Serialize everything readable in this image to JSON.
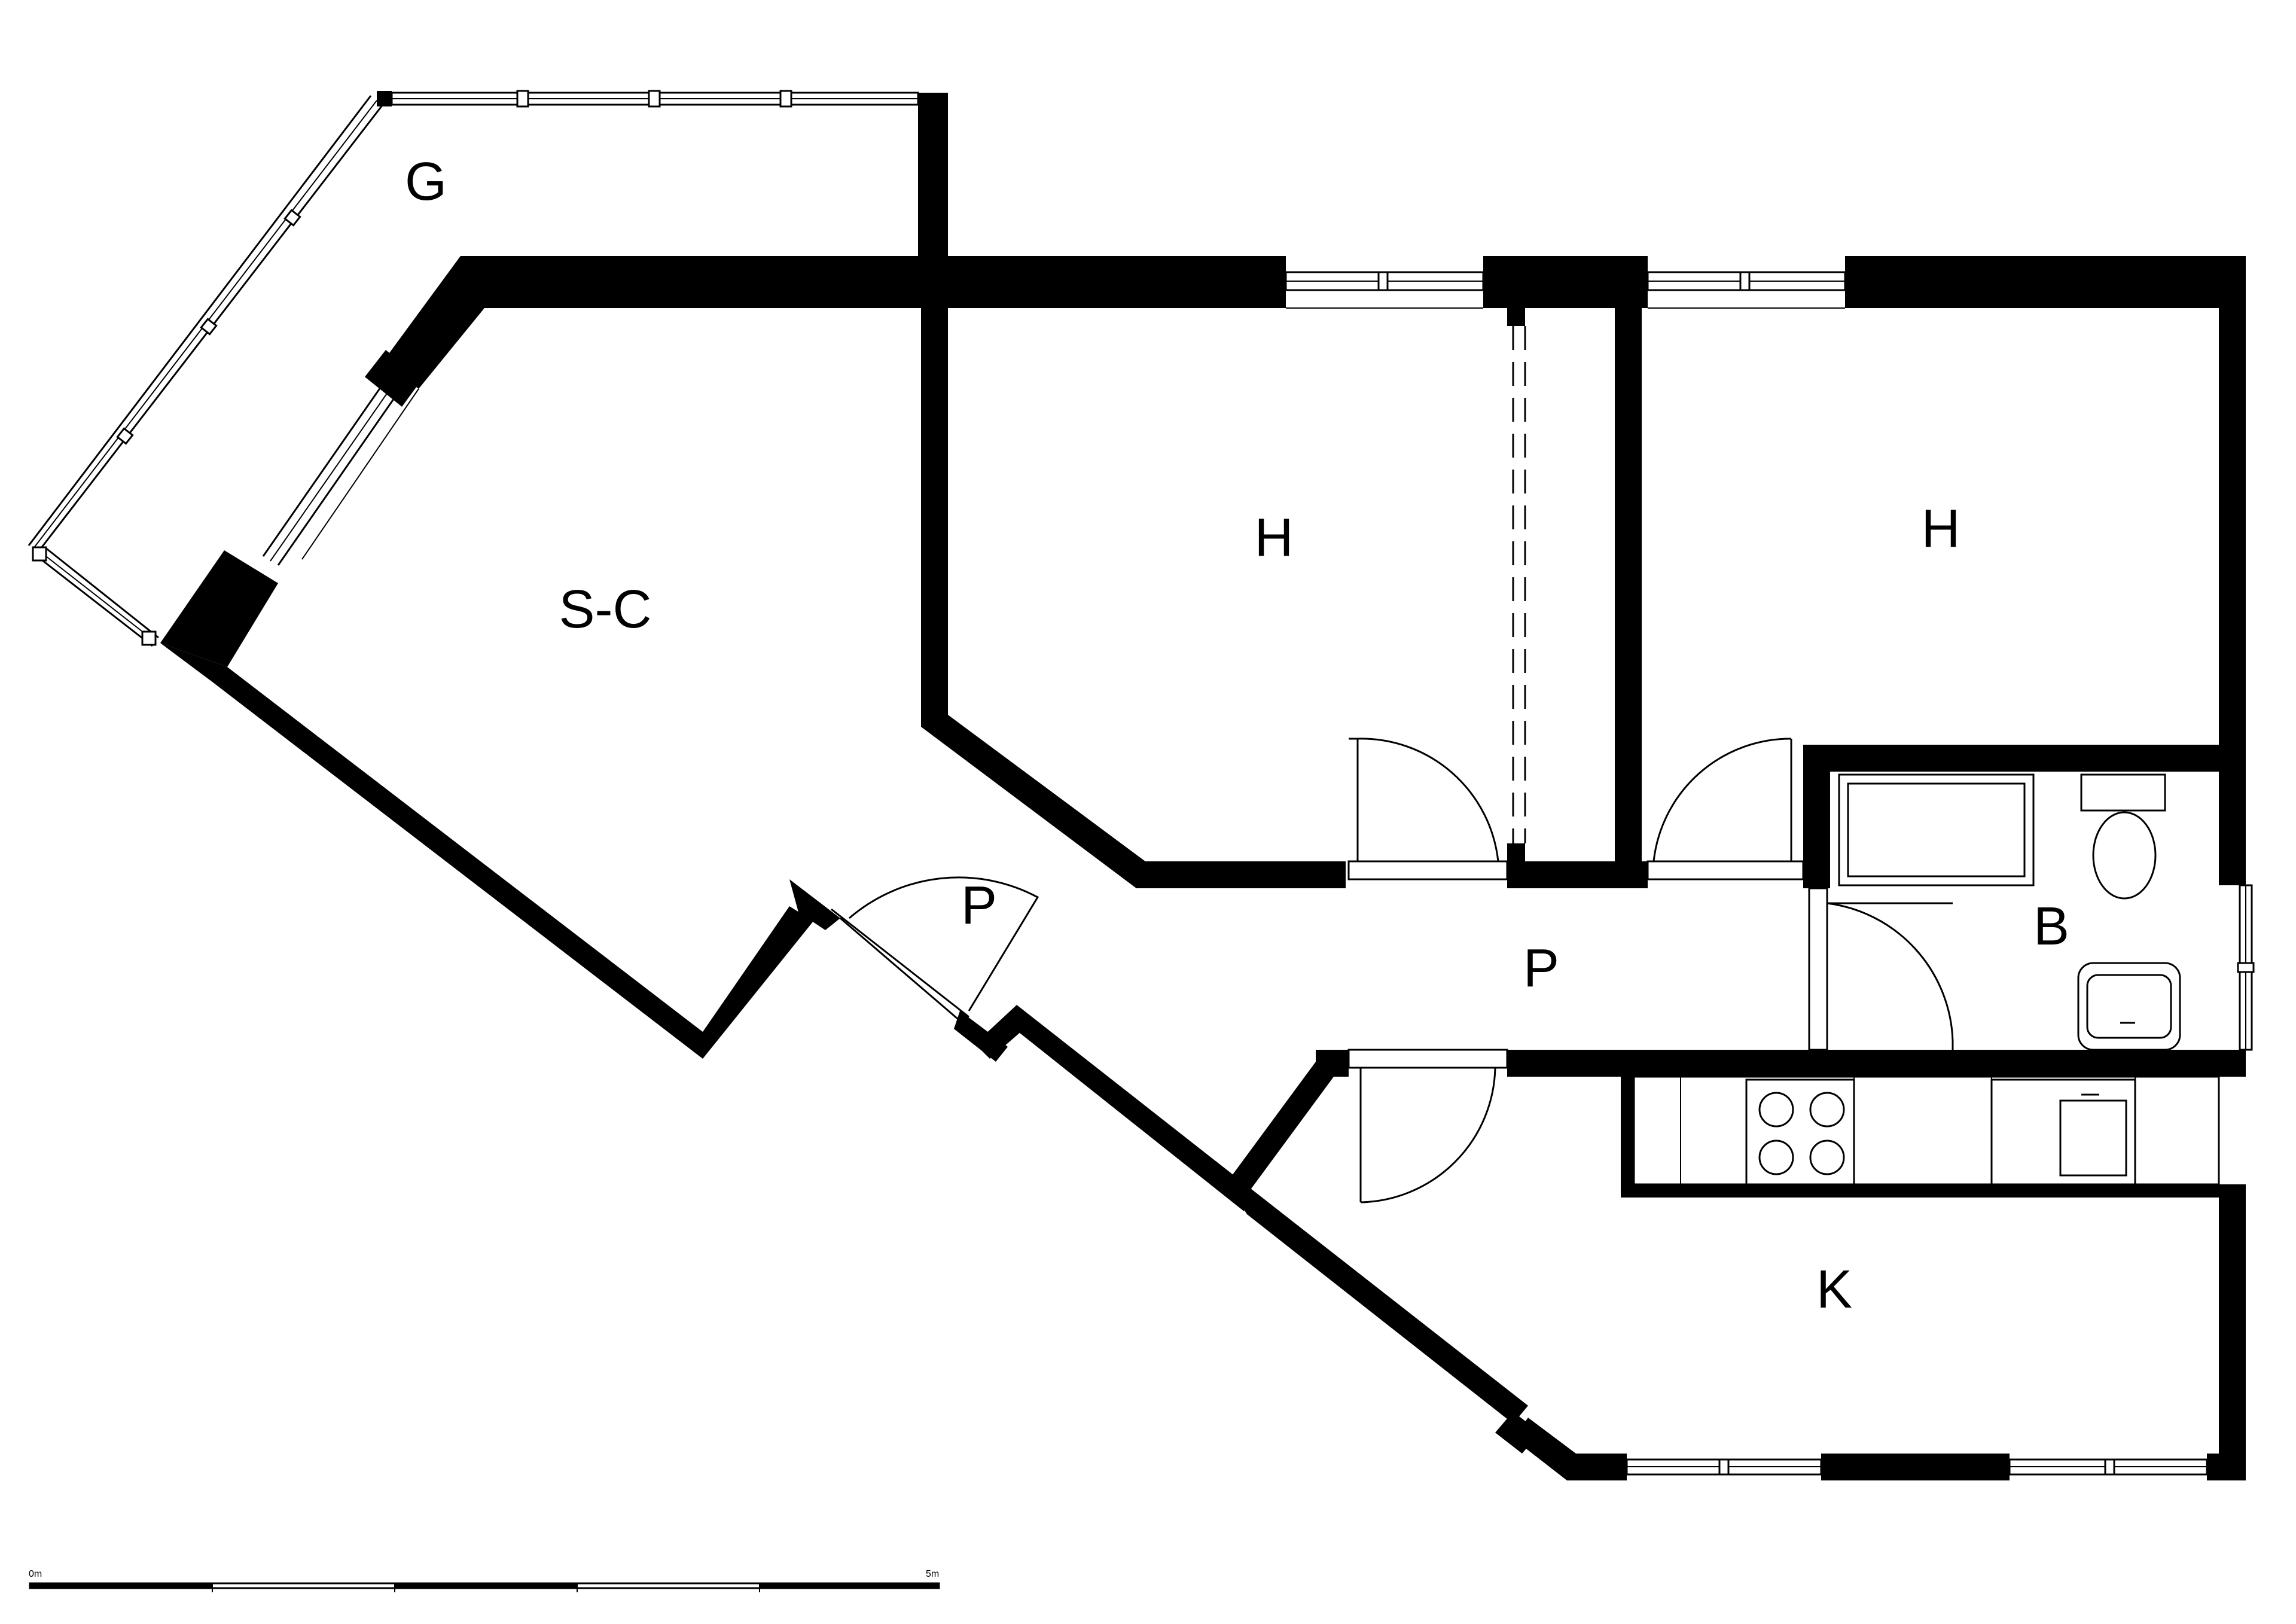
{
  "rooms": {
    "g": "G",
    "sc": "S-C",
    "h1": "H",
    "h2": "H",
    "p_entry": "P",
    "p_hall": "P",
    "b": "B",
    "k": "K"
  },
  "scale": {
    "start": "0m",
    "end": "5m"
  }
}
